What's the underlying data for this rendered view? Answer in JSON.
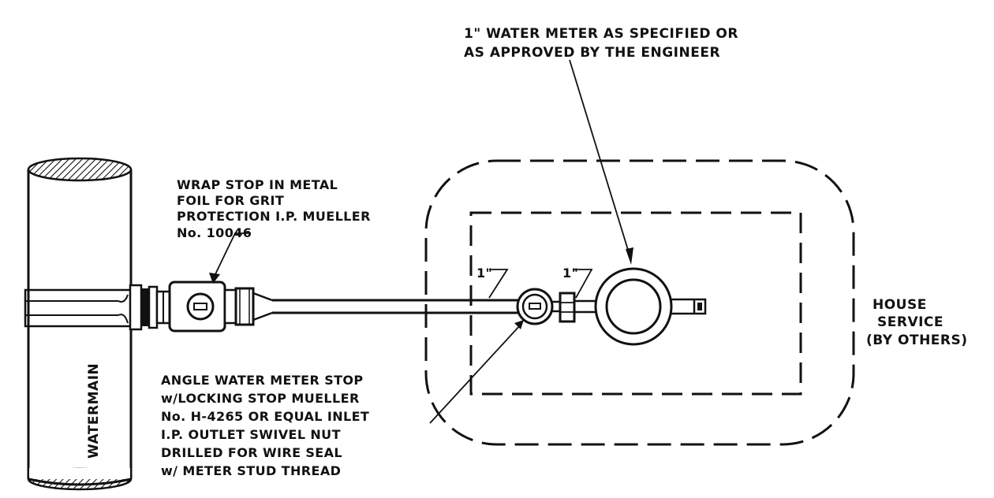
{
  "meter_note": {
    "lines": [
      "1\" WATER METER AS SPECIFIED OR",
      "AS APPROVED BY THE ENGINEER"
    ]
  },
  "wrap_note": {
    "lines": [
      "WRAP STOP IN METAL",
      "FOIL FOR GRIT",
      "PROTECTION I.P. MUELLER",
      "No. 10046"
    ]
  },
  "angle_note": {
    "lines": [
      "ANGLE WATER METER STOP",
      "w/LOCKING STOP MUELLER",
      "No. H-4265 OR EQUAL INLET",
      "I.P. OUTLET SWIVEL NUT",
      "DRILLED FOR WIRE SEAL",
      "w/ METER STUD THREAD"
    ]
  },
  "house_note": {
    "lines": [
      "HOUSE",
      "SERVICE",
      "(BY OTHERS)"
    ]
  },
  "watermain_label": "WATERMAIN",
  "pipe_size_left": "1\"",
  "pipe_size_right": "1\""
}
